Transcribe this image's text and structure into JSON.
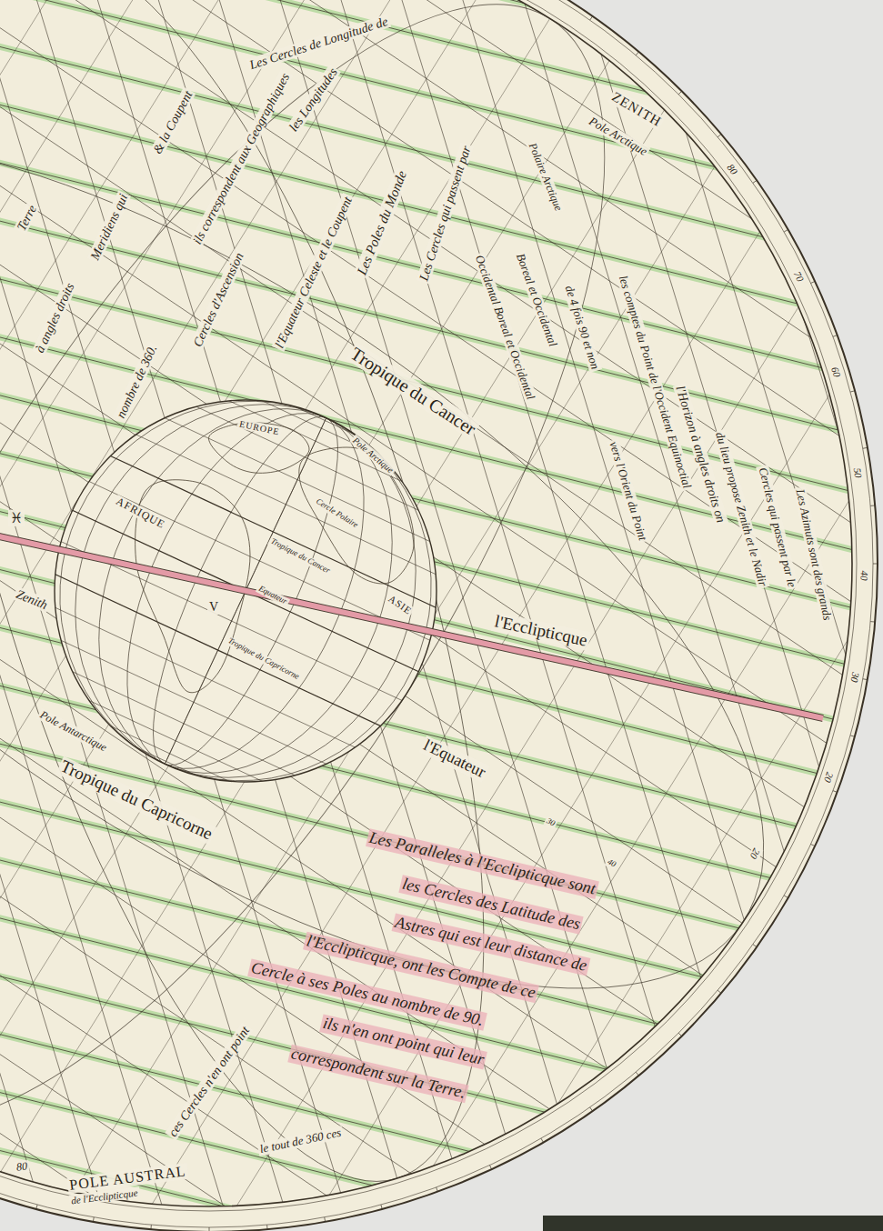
{
  "diagram": {
    "labels": [
      "ZENITH",
      "Pole Arctique",
      "Les Cercles de Longitude de",
      "les Longitudes",
      "ils correspondent aux Geographiques",
      "& la Coupent",
      "Terre",
      "à angles droits",
      "Meridiens qui",
      "nombre de 360.",
      "Cercles d'Ascension",
      "l'Equateur Celeste et le Coupent",
      "Les Poles du Monde",
      "Les Cercles qui passent par",
      "Polaire Arctique",
      "Boreal et Occidental",
      "Occidental Boreal et Occidental",
      "de 4 fois 90 et non",
      "les comptes du Point de l'Occident Equinoctial",
      "vers l'Orient du Point",
      "l'Horizon à angles droits on",
      "du lieu propose Zenith et le Nadir",
      "Cercles qui passent par le",
      "Les Azimuts sont des grands",
      "Tropique du Cancer",
      "l'Ecclipticque",
      "l'Equateur",
      "Tropique du Capricorne",
      "Pole Antarctique",
      "Zenith",
      "♓",
      "Les Paralleles à l'Ecclipticque sont",
      "les Cercles des Latitude des",
      "Astres qui est leur distance de",
      "l'Ecclipticque, ont les Compte de ce",
      "Cercle à ses Poles au nombre de 90.",
      "ils n'en ont point qui leur",
      "correspondent sur la Terre.",
      "ces Cercles n'en ont point",
      "le tout de 360 ces",
      "POLE AUSTRAL",
      "de l'Ecclipticque",
      "80",
      "EUROPE",
      "AFRIQUE",
      "ASIE",
      "Pole Arctique",
      "Cercle Polaire",
      "Tropique du Cancer",
      "Equateur",
      "Tropique du Capricorne",
      "V",
      "30",
      "40",
      "80",
      "70",
      "60",
      "50",
      "40",
      "30",
      "20",
      "20"
    ]
  }
}
